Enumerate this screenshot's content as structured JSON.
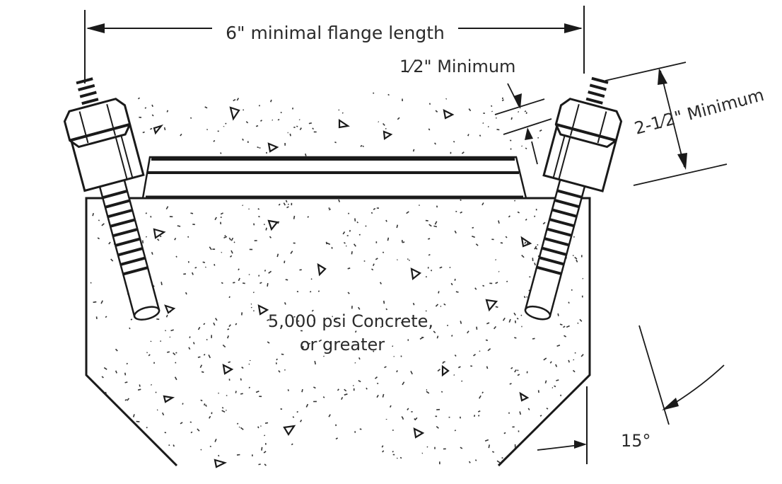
{
  "diagram": {
    "flange_length_label": "6\" minimal flange length",
    "half_inch_label": "1⁄2\" Minimum",
    "embed_label": "2-1⁄2\" Minimum",
    "concrete_label_line1": "5,000 psi Concrete,",
    "concrete_label_line2": "or greater",
    "angle_label": "15°"
  }
}
